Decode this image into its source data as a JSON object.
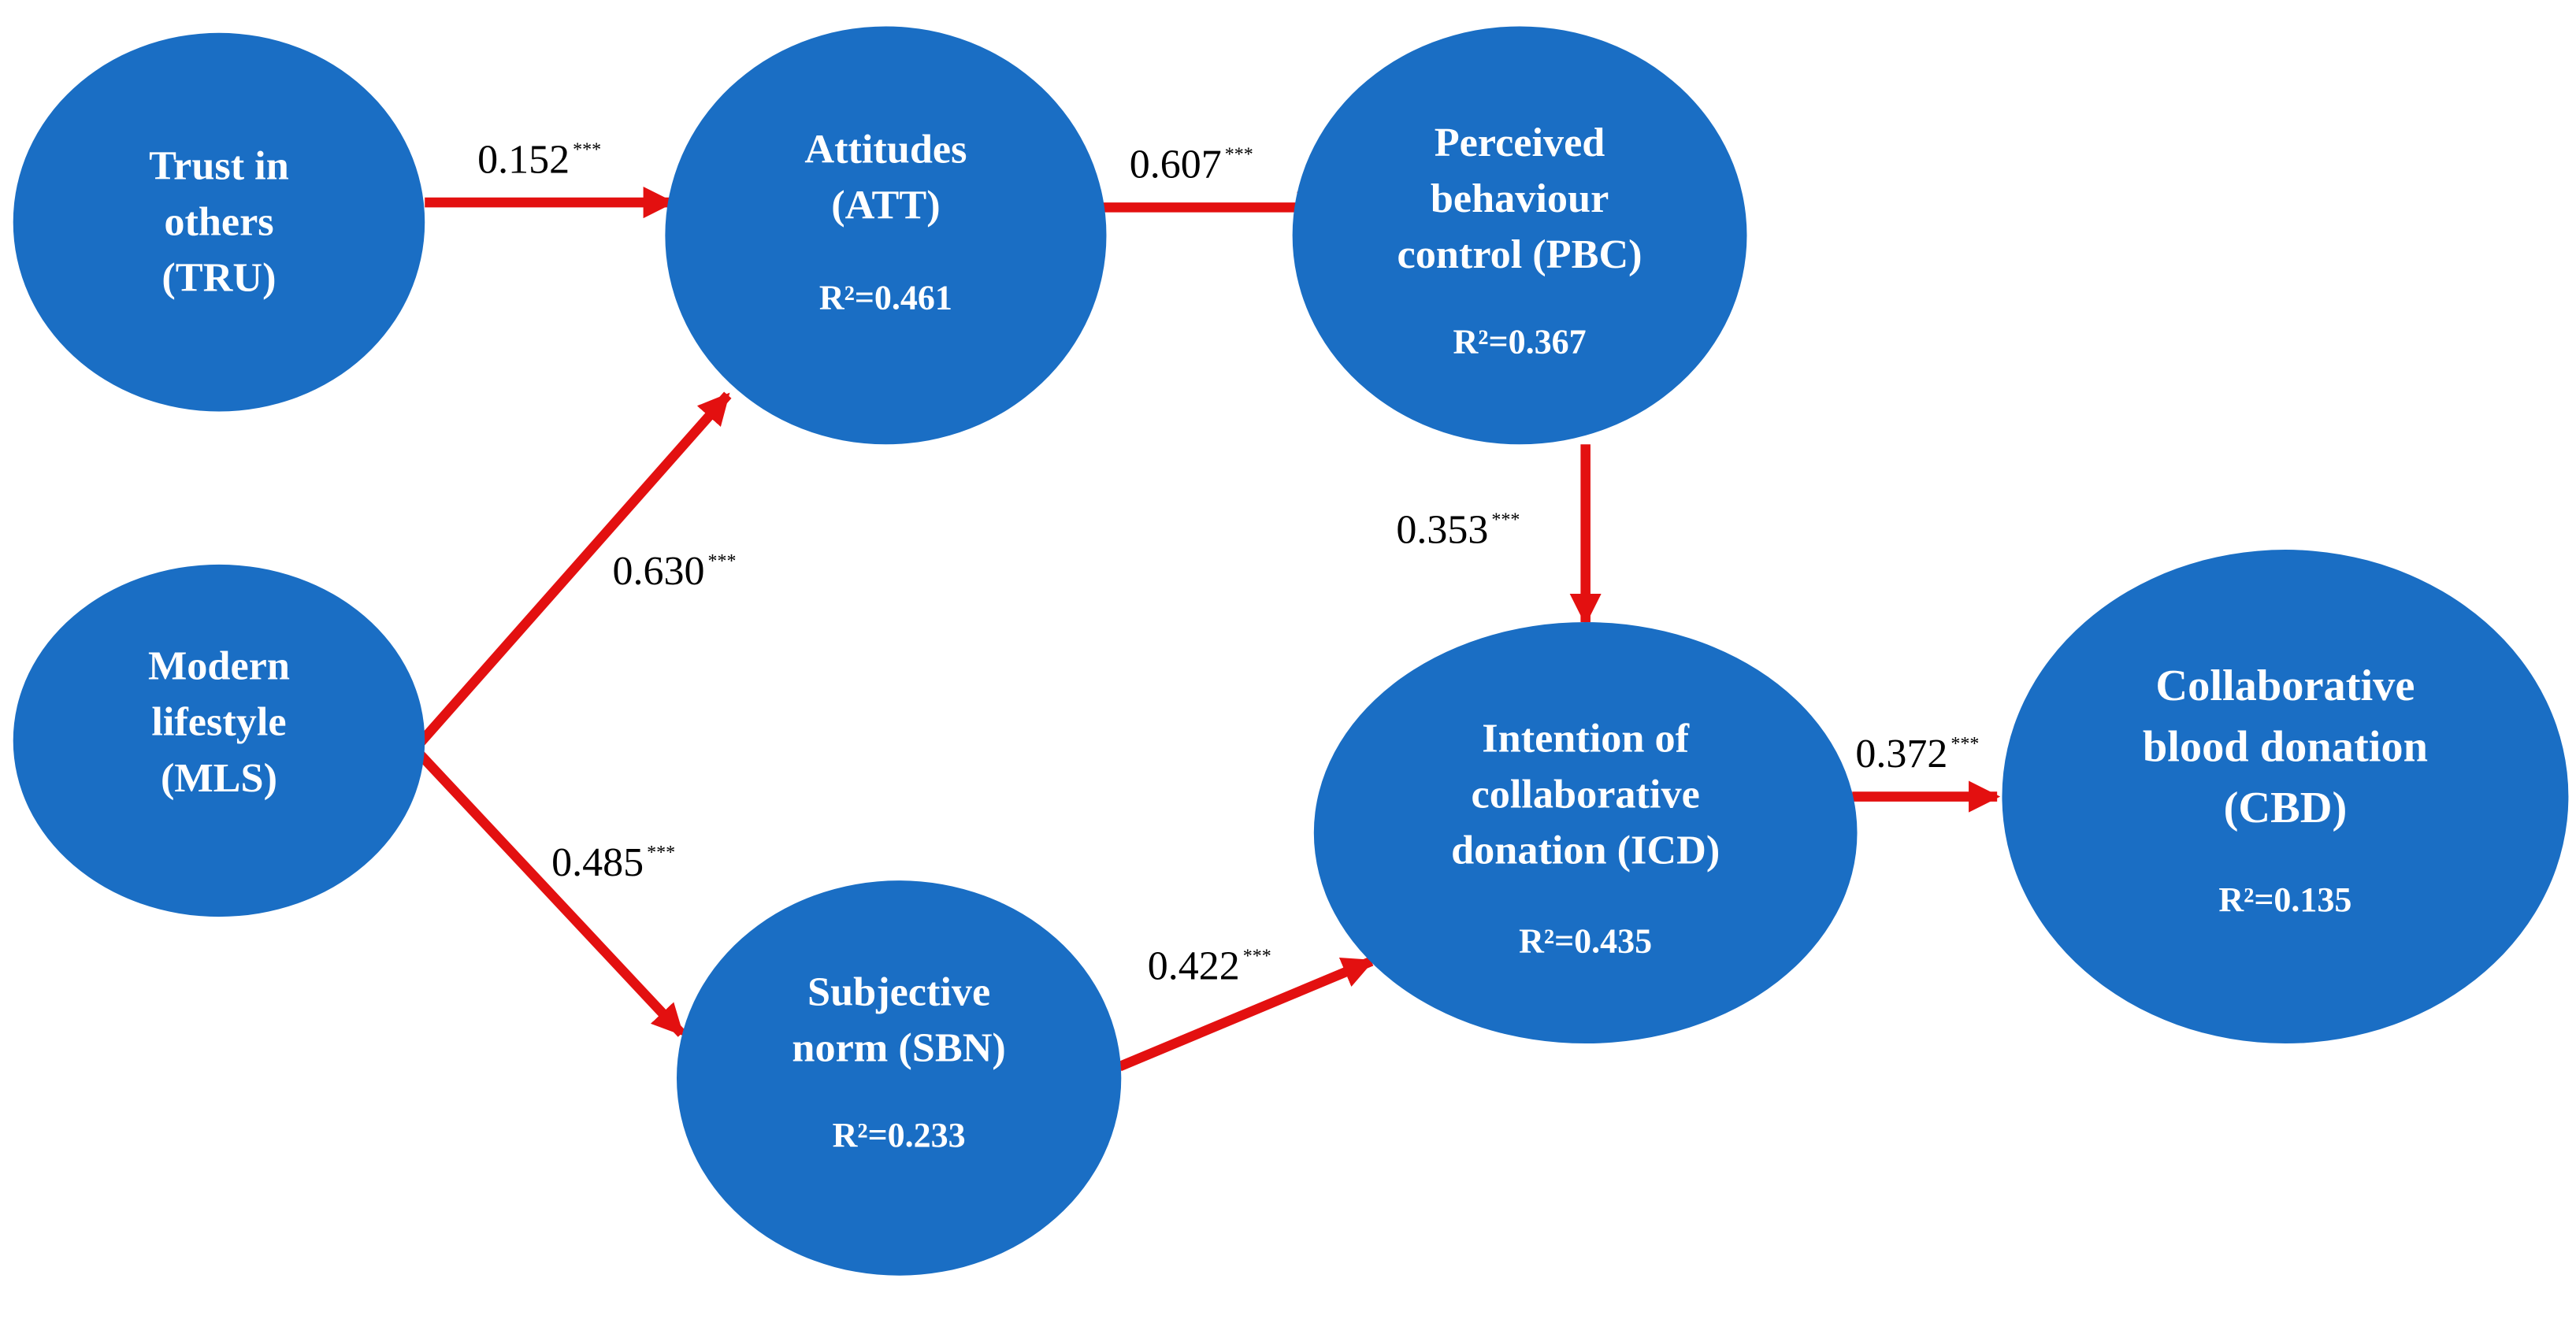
{
  "colors": {
    "node_fill": "#1a6ec4",
    "node_text": "#ffffff",
    "arrow": "#e31010",
    "label_text": "#000000"
  },
  "nodes": [
    {
      "id": "TRU",
      "lines": [
        "Trust in",
        "others",
        "(TRU)"
      ],
      "r2": ""
    },
    {
      "id": "ATT",
      "lines": [
        "Attitudes",
        "(ATT)"
      ],
      "r2": "R²=0.461"
    },
    {
      "id": "PBC",
      "lines": [
        "Perceived",
        "behaviour",
        "control (PBC)"
      ],
      "r2": "R²=0.367"
    },
    {
      "id": "MLS",
      "lines": [
        "Modern",
        "lifestyle",
        "(MLS)"
      ],
      "r2": ""
    },
    {
      "id": "SBN",
      "lines": [
        "Subjective",
        "norm (SBN)"
      ],
      "r2": "R²=0.233"
    },
    {
      "id": "ICD",
      "lines": [
        "Intention of",
        "collaborative",
        "donation (ICD)"
      ],
      "r2": "R²=0.435"
    },
    {
      "id": "CBD",
      "lines": [
        "Collaborative",
        "blood donation",
        "(CBD)"
      ],
      "r2": "R²=0.135"
    }
  ],
  "paths": [
    {
      "from": "TRU",
      "to": "ATT",
      "coef": "0.152",
      "sig": "***"
    },
    {
      "from": "ATT",
      "to": "PBC",
      "coef": "0.607",
      "sig": "***"
    },
    {
      "from": "MLS",
      "to": "ATT",
      "coef": "0.630",
      "sig": "***"
    },
    {
      "from": "MLS",
      "to": "SBN",
      "coef": "0.485",
      "sig": "***"
    },
    {
      "from": "PBC",
      "to": "ICD",
      "coef": "0.353",
      "sig": "***"
    },
    {
      "from": "SBN",
      "to": "ICD",
      "coef": "0.422",
      "sig": "***"
    },
    {
      "from": "ICD",
      "to": "CBD",
      "coef": "0.372",
      "sig": "***"
    }
  ]
}
